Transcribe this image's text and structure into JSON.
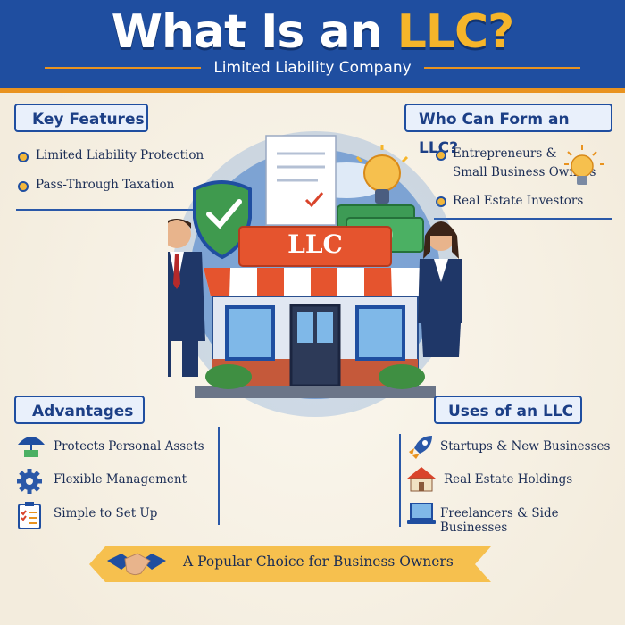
{
  "header": {
    "title_main": "What Is an",
    "title_accent": "LLC?",
    "subtitle": "Limited Liability Company"
  },
  "key_features": {
    "heading": "Key Features",
    "items": [
      "Limited Liability Protection",
      "Pass-Through Taxation"
    ]
  },
  "who_can_form": {
    "heading": "Who Can Form an LLC?",
    "items": [
      "Entrepreneurs &",
      "Small Business Owners",
      "Real Estate Investors"
    ]
  },
  "advantages": {
    "heading": "Advantages",
    "items": [
      "Protects Personal Assets",
      "Flexible Management",
      "Simple to Set Up"
    ]
  },
  "uses": {
    "heading": "Uses of an LLC",
    "items": [
      "Startups & New Businesses",
      "Real Estate Holdings",
      "Freelancers & Side Businesses"
    ]
  },
  "illustration": {
    "sign": "LLC"
  },
  "footer": {
    "text": "A Popular Choice for Business Owners"
  },
  "icons": [
    "shield-check-icon",
    "document-icon",
    "lightbulb-icon",
    "money-stack-icon",
    "umbrella-icon",
    "gear-icon",
    "checklist-icon",
    "rocket-icon",
    "house-icon",
    "laptop-icon",
    "handshake-icon"
  ],
  "colors": {
    "navy": "#1f4ea0",
    "orange": "#e9931f",
    "gold": "#f6b52a",
    "cream": "#f6f1e6"
  }
}
